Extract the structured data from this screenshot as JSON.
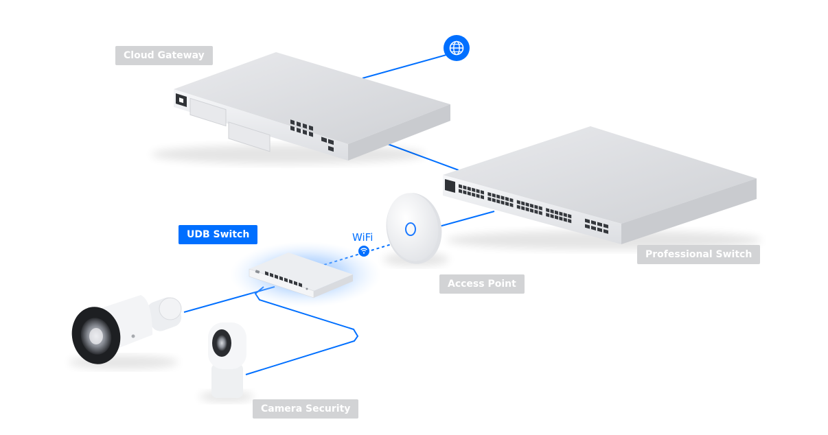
{
  "labels": {
    "cloud_gateway": "Cloud Gateway",
    "udb_switch": "UDB Switch",
    "wifi": "WiFi",
    "access_point": "Access Point",
    "professional_switch": "Professional Switch",
    "camera_security": "Camera Security"
  },
  "colors": {
    "link": "#006fff",
    "label_bg": "#d2d3d5",
    "label_active_bg": "#006fff",
    "label_text": "#ffffff",
    "device_body": "#e3e4e7",
    "device_front": "#f2f3f5",
    "port": "#35383d"
  },
  "icons": {
    "internet": "globe-icon",
    "wireless": "wifi-icon"
  }
}
